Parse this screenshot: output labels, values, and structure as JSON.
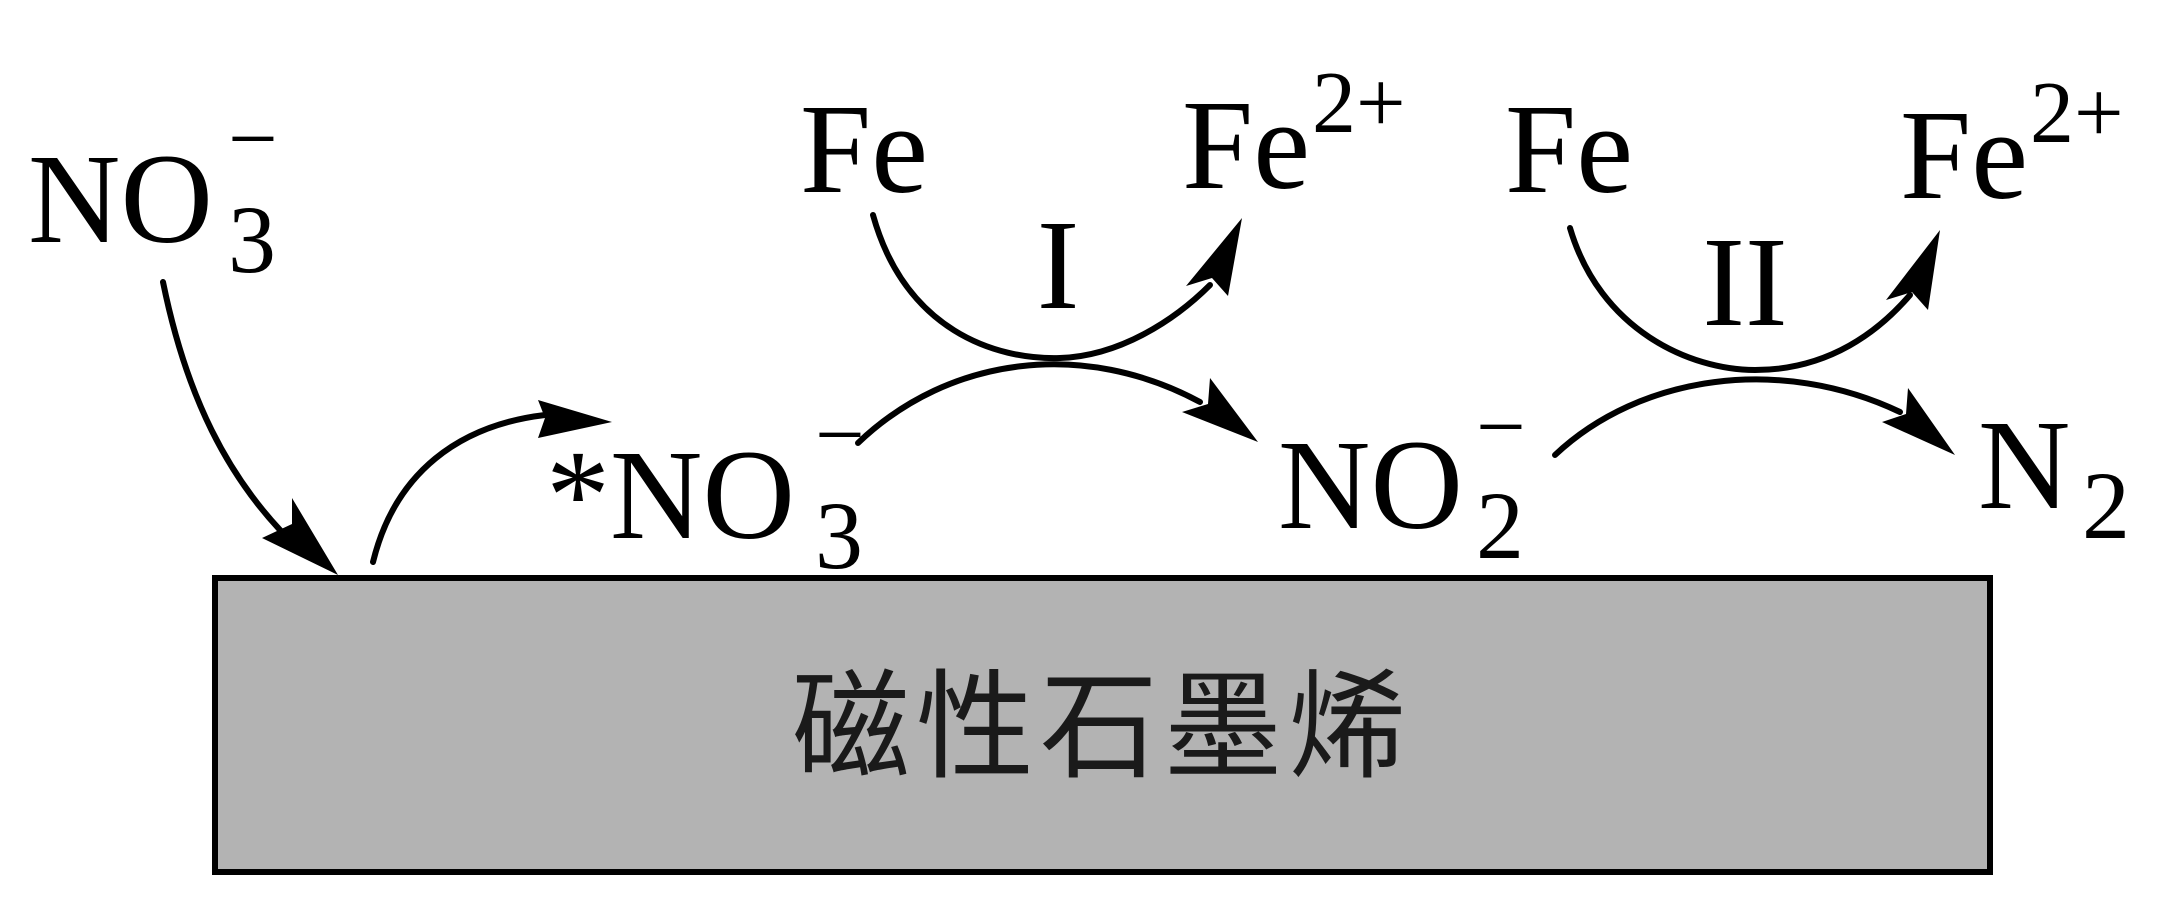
{
  "substrate": {
    "label": "磁性石墨烯",
    "fill": "#b3b3b3"
  },
  "species": {
    "nitrate_free": {
      "main": "NO",
      "sub": "3",
      "sup": "−"
    },
    "nitrate_adsorbed": {
      "prefix": "*",
      "main": "NO",
      "sub": "3",
      "sup": "−"
    },
    "nitrite": {
      "main": "NO",
      "sub": "2",
      "sup": "−"
    },
    "nitrogen": {
      "main": "N",
      "sub": "2"
    }
  },
  "steps": [
    {
      "numeral": "I",
      "reactant": "Fe",
      "product_main": "Fe",
      "product_sup": "2+"
    },
    {
      "numeral": "II",
      "reactant": "Fe",
      "product_main": "Fe",
      "product_sup": "2+"
    }
  ]
}
